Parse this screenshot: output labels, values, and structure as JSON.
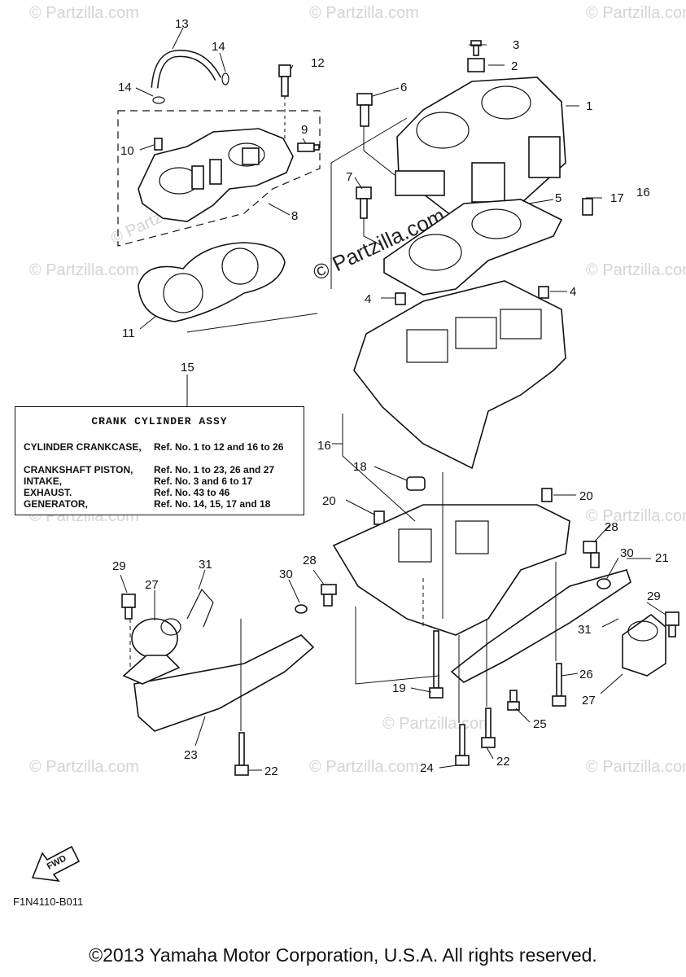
{
  "watermark": {
    "text": "© Partzilla.com",
    "center_text": "© Partzilla.com"
  },
  "callouts": [
    {
      "id": "c1",
      "label": "1"
    },
    {
      "id": "c2",
      "label": "2"
    },
    {
      "id": "c3",
      "label": "3"
    },
    {
      "id": "c4a",
      "label": "4"
    },
    {
      "id": "c4b",
      "label": "4"
    },
    {
      "id": "c5",
      "label": "5"
    },
    {
      "id": "c6",
      "label": "6"
    },
    {
      "id": "c7",
      "label": "7"
    },
    {
      "id": "c8",
      "label": "8"
    },
    {
      "id": "c9",
      "label": "9"
    },
    {
      "id": "c10",
      "label": "10"
    },
    {
      "id": "c11",
      "label": "11"
    },
    {
      "id": "c12",
      "label": "12"
    },
    {
      "id": "c13",
      "label": "13"
    },
    {
      "id": "c14a",
      "label": "14"
    },
    {
      "id": "c14b",
      "label": "14"
    },
    {
      "id": "c15",
      "label": "15"
    },
    {
      "id": "c16a",
      "label": "16"
    },
    {
      "id": "c16b",
      "label": "16"
    },
    {
      "id": "c17",
      "label": "17"
    },
    {
      "id": "c18",
      "label": "18"
    },
    {
      "id": "c19",
      "label": "19"
    },
    {
      "id": "c20a",
      "label": "20"
    },
    {
      "id": "c20b",
      "label": "20"
    },
    {
      "id": "c21",
      "label": "21"
    },
    {
      "id": "c22a",
      "label": "22"
    },
    {
      "id": "c22b",
      "label": "22"
    },
    {
      "id": "c23",
      "label": "23"
    },
    {
      "id": "c24",
      "label": "24"
    },
    {
      "id": "c25",
      "label": "25"
    },
    {
      "id": "c26",
      "label": "26"
    },
    {
      "id": "c27a",
      "label": "27"
    },
    {
      "id": "c27b",
      "label": "27"
    },
    {
      "id": "c28a",
      "label": "28"
    },
    {
      "id": "c28b",
      "label": "28"
    },
    {
      "id": "c29a",
      "label": "29"
    },
    {
      "id": "c29b",
      "label": "29"
    },
    {
      "id": "c30a",
      "label": "30"
    },
    {
      "id": "c30b",
      "label": "30"
    },
    {
      "id": "c31a",
      "label": "31"
    },
    {
      "id": "c31b",
      "label": "31"
    }
  ],
  "assy_box": {
    "title": "CRANK CYLINDER ASSY",
    "rows": [
      {
        "name": "CYLINDER CRANKCASE,",
        "ref": "Ref. No. 1 to 12 and 16 to 26"
      },
      {
        "name": "CRANKSHAFT PISTON,",
        "ref": "Ref. No. 1 to 23, 26 and 27"
      },
      {
        "name": "INTAKE,",
        "ref": "Ref. No. 3 and 6 to 17"
      },
      {
        "name": "EXHAUST.",
        "ref": "Ref. No. 43 to 46"
      },
      {
        "name": "GENERATOR,",
        "ref": "Ref. No. 14, 15, 17 and 18"
      }
    ]
  },
  "fwd_label": "FWD",
  "drawing_code": "F1N4110-B011",
  "copyright": "©2013 Yamaha Motor Corporation, U.S.A. All rights reserved."
}
